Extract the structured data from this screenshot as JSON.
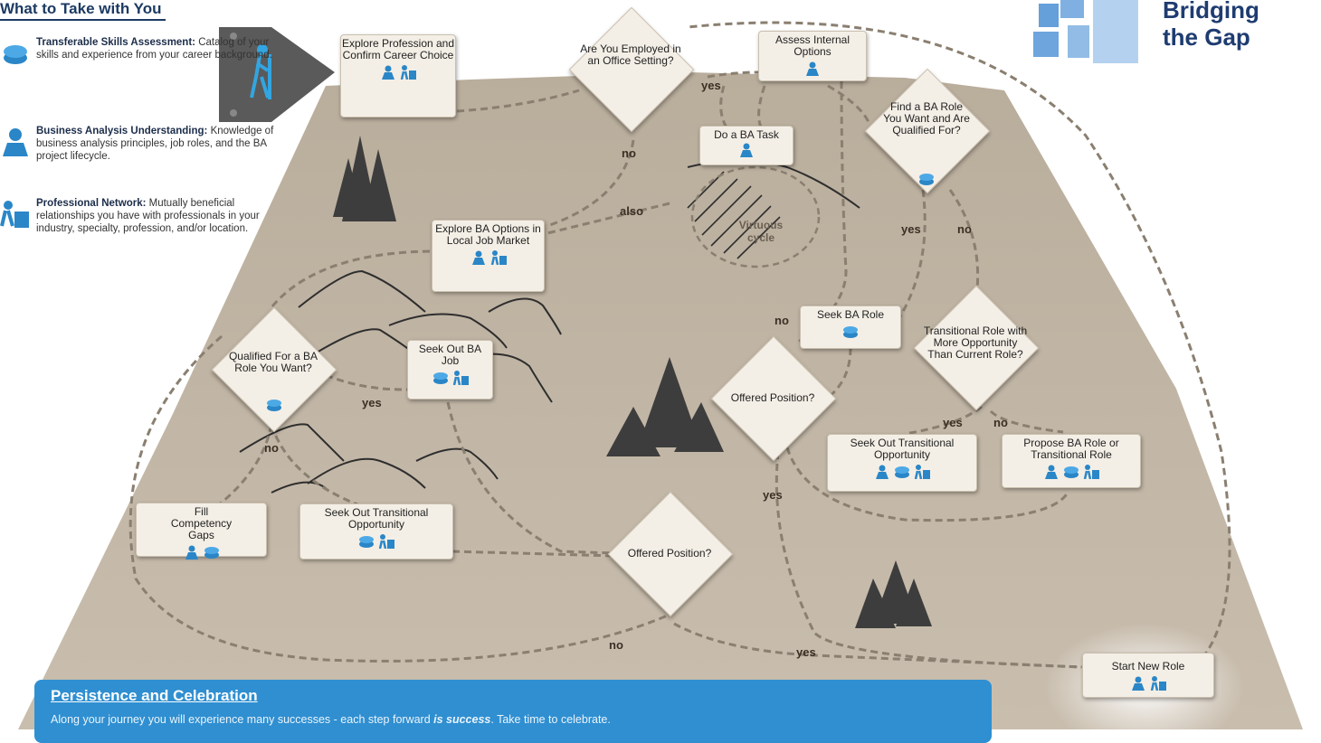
{
  "legend": {
    "title": "What to Take with You",
    "items": [
      {
        "term": "Transferable Skills Assessment:",
        "desc": "Catalog of your skills and experience from your career background.",
        "icon": "skills-disc-icon"
      },
      {
        "term": "Business Analysis Understanding:",
        "desc": "Knowledge of business analysis principles, job roles, and the BA project lifecycle.",
        "icon": "person-icon"
      },
      {
        "term": "Professional Network:",
        "desc": "Mutually beneficial relationships you have with professionals in your industry, specialty, profession, and/or location.",
        "icon": "network-icon"
      }
    ]
  },
  "brand": {
    "line1": "Bridging",
    "line2": "the Gap"
  },
  "boxes": {
    "explore_profession": "Explore Profession and Confirm Career Choice",
    "assess_internal": "Assess Internal Options",
    "do_ba_task": "Do a BA Task",
    "explore_ba_local": "Explore BA Options in Local Job Market",
    "seek_ba_role": "Seek BA Role",
    "seek_out_ba_job": "Seek Out BA Job",
    "seek_transitional_right": "Seek Out Transitional Opportunity",
    "propose_ba_role": "Propose BA Role or Transitional Role",
    "fill_competency": "Fill Competency Gaps",
    "seek_transitional_left": "Seek Out Transitional Opportunity",
    "start_new_role": "Start New Role"
  },
  "diamonds": {
    "employed_office": "Are You Employed in an Office Setting?",
    "find_ba_role": "Find a BA Role You Want and Are Qualified For?",
    "qualified_for_ba": "Qualified For a BA Role You Want?",
    "transitional_role": "Transitional Role with More Opportunity Than Current Role?",
    "offered_position_right": "Offered Position?",
    "offered_position_bottom": "Offered Position?"
  },
  "labels": {
    "yes_office": "yes",
    "no_office": "no",
    "also": "also",
    "virtuous_cycle": "Virtuous cycle",
    "yes_find": "yes",
    "no_find": "no",
    "no_seekrole": "no",
    "yes_qualified": "yes",
    "no_qualified": "no",
    "yes_transitional": "yes",
    "no_transitional": "no",
    "yes_offered_right": "yes",
    "no_bottom": "no",
    "yes_bottom": "yes"
  },
  "persistence": {
    "title": "Persistence and Celebration",
    "text_before": "Along your journey you will experience many successes - each step forward ",
    "text_emphasis": "is success",
    "text_after": ". Take time to celebrate."
  },
  "colors": {
    "mountain": "#beb2a2",
    "accent_blue": "#2f8fd1",
    "box": "#f4efe6",
    "brand": "#1e3c70",
    "path": "#8a7f70"
  }
}
